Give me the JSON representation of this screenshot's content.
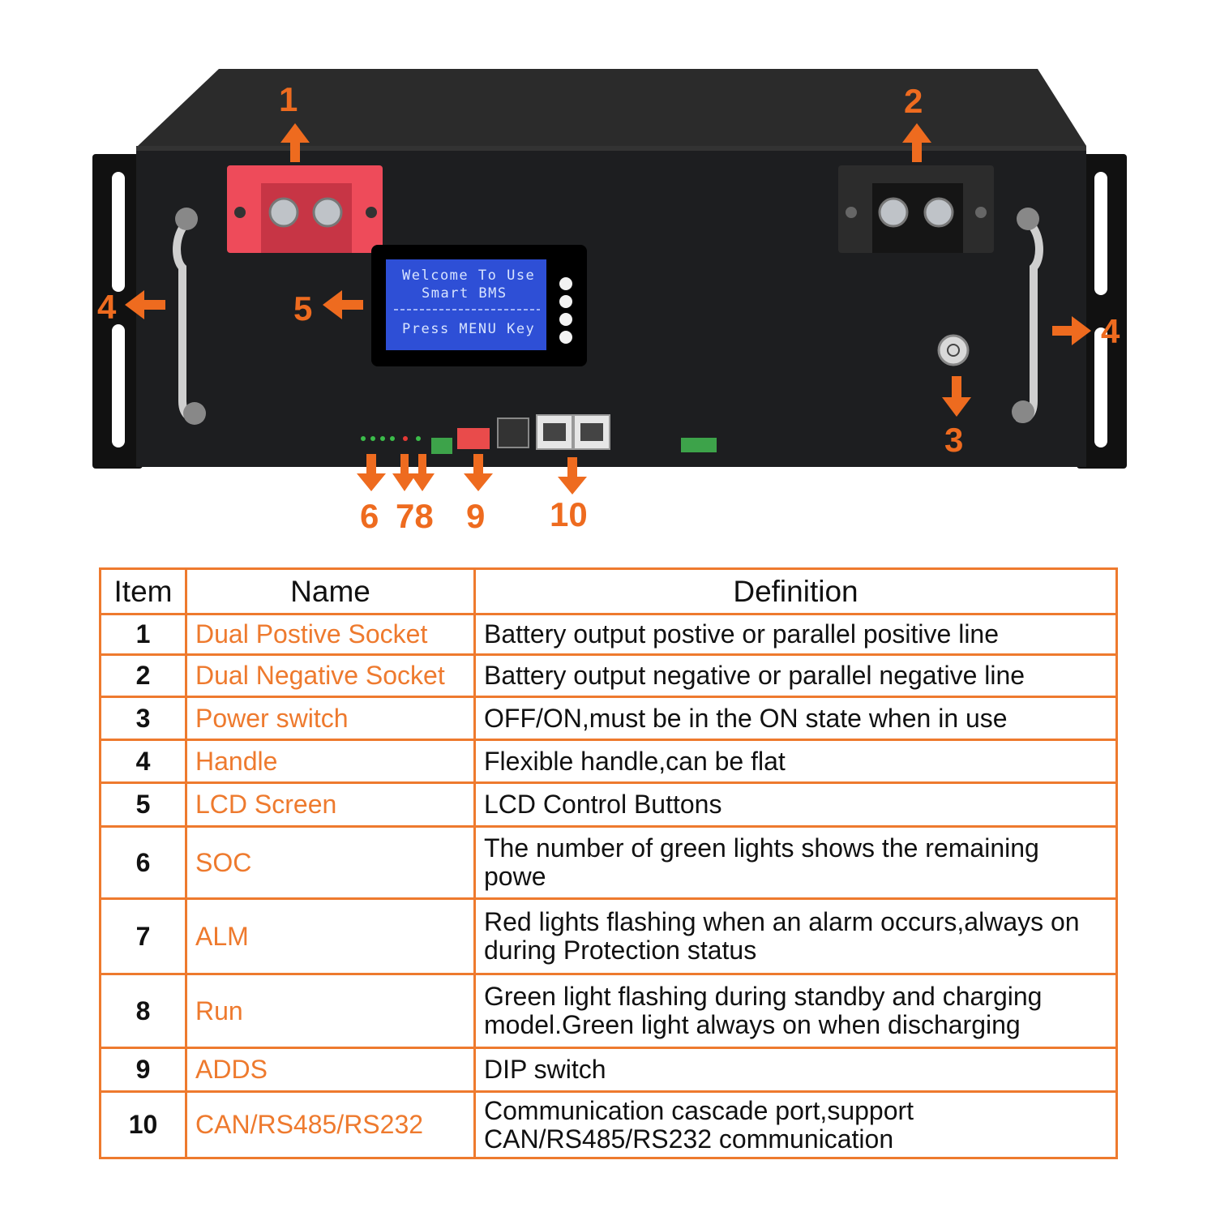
{
  "lcd": {
    "line1": "Welcome To Use",
    "line2": "Smart BMS",
    "line3": "Press MENU Key"
  },
  "callouts": {
    "c1": "1",
    "c2": "2",
    "c3": "3",
    "c4_left": "4",
    "c4_right": "4",
    "c5": "5",
    "c6": "6",
    "c78": "78",
    "c9": "9",
    "c10": "10"
  },
  "table": {
    "headers": {
      "item": "Item",
      "name": "Name",
      "definition": "Definition"
    },
    "rows": [
      {
        "item": "1",
        "name": "Dual Postive Socket",
        "definition": "Battery output postive or parallel positive line"
      },
      {
        "item": "2",
        "name": "Dual Negative Socket",
        "definition": "Battery output negative or parallel negative line"
      },
      {
        "item": "3",
        "name": "Power switch",
        "definition": "OFF/ON,must be in the ON state when in use"
      },
      {
        "item": "4",
        "name": "Handle",
        "definition": "Flexible handle,can be flat"
      },
      {
        "item": "5",
        "name": "LCD Screen",
        "definition": "LCD Control Buttons"
      },
      {
        "item": "6",
        "name": "SOC",
        "definition": "The number of green lights shows the remaining powe"
      },
      {
        "item": "7",
        "name": "ALM",
        "definition": "Red lights flashing when an alarm occurs,always on during Protection status"
      },
      {
        "item": "8",
        "name": "Run",
        "definition": "Green light flashing during standby and charging model.Green light always on when discharging"
      },
      {
        "item": "9",
        "name": "ADDS",
        "definition": "DIP switch"
      },
      {
        "item": "10",
        "name": "CAN/RS485/RS232",
        "definition": "Communication cascade port,support CAN/RS485/RS232 communication"
      }
    ]
  },
  "colors": {
    "accent": "#ee7a2e",
    "callout": "#ee6b1f",
    "positive_terminal": "#ee4b5a",
    "lcd_screen": "#2e4fd6"
  }
}
